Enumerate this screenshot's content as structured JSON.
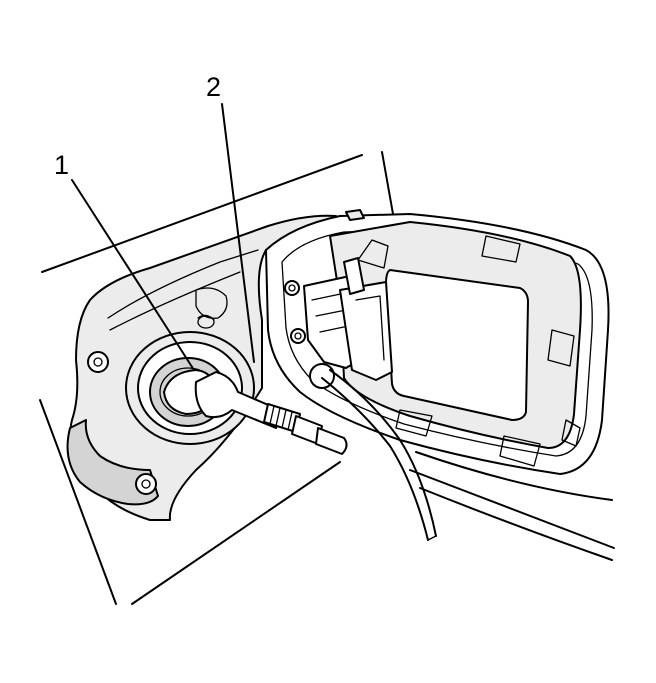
{
  "callouts": [
    {
      "id": "1",
      "text": "1"
    },
    {
      "id": "2",
      "text": "2"
    }
  ],
  "colors": {
    "line": "#000000",
    "background": "#ffffff",
    "surface": "#ececec",
    "shade": "#d4d4d4"
  }
}
